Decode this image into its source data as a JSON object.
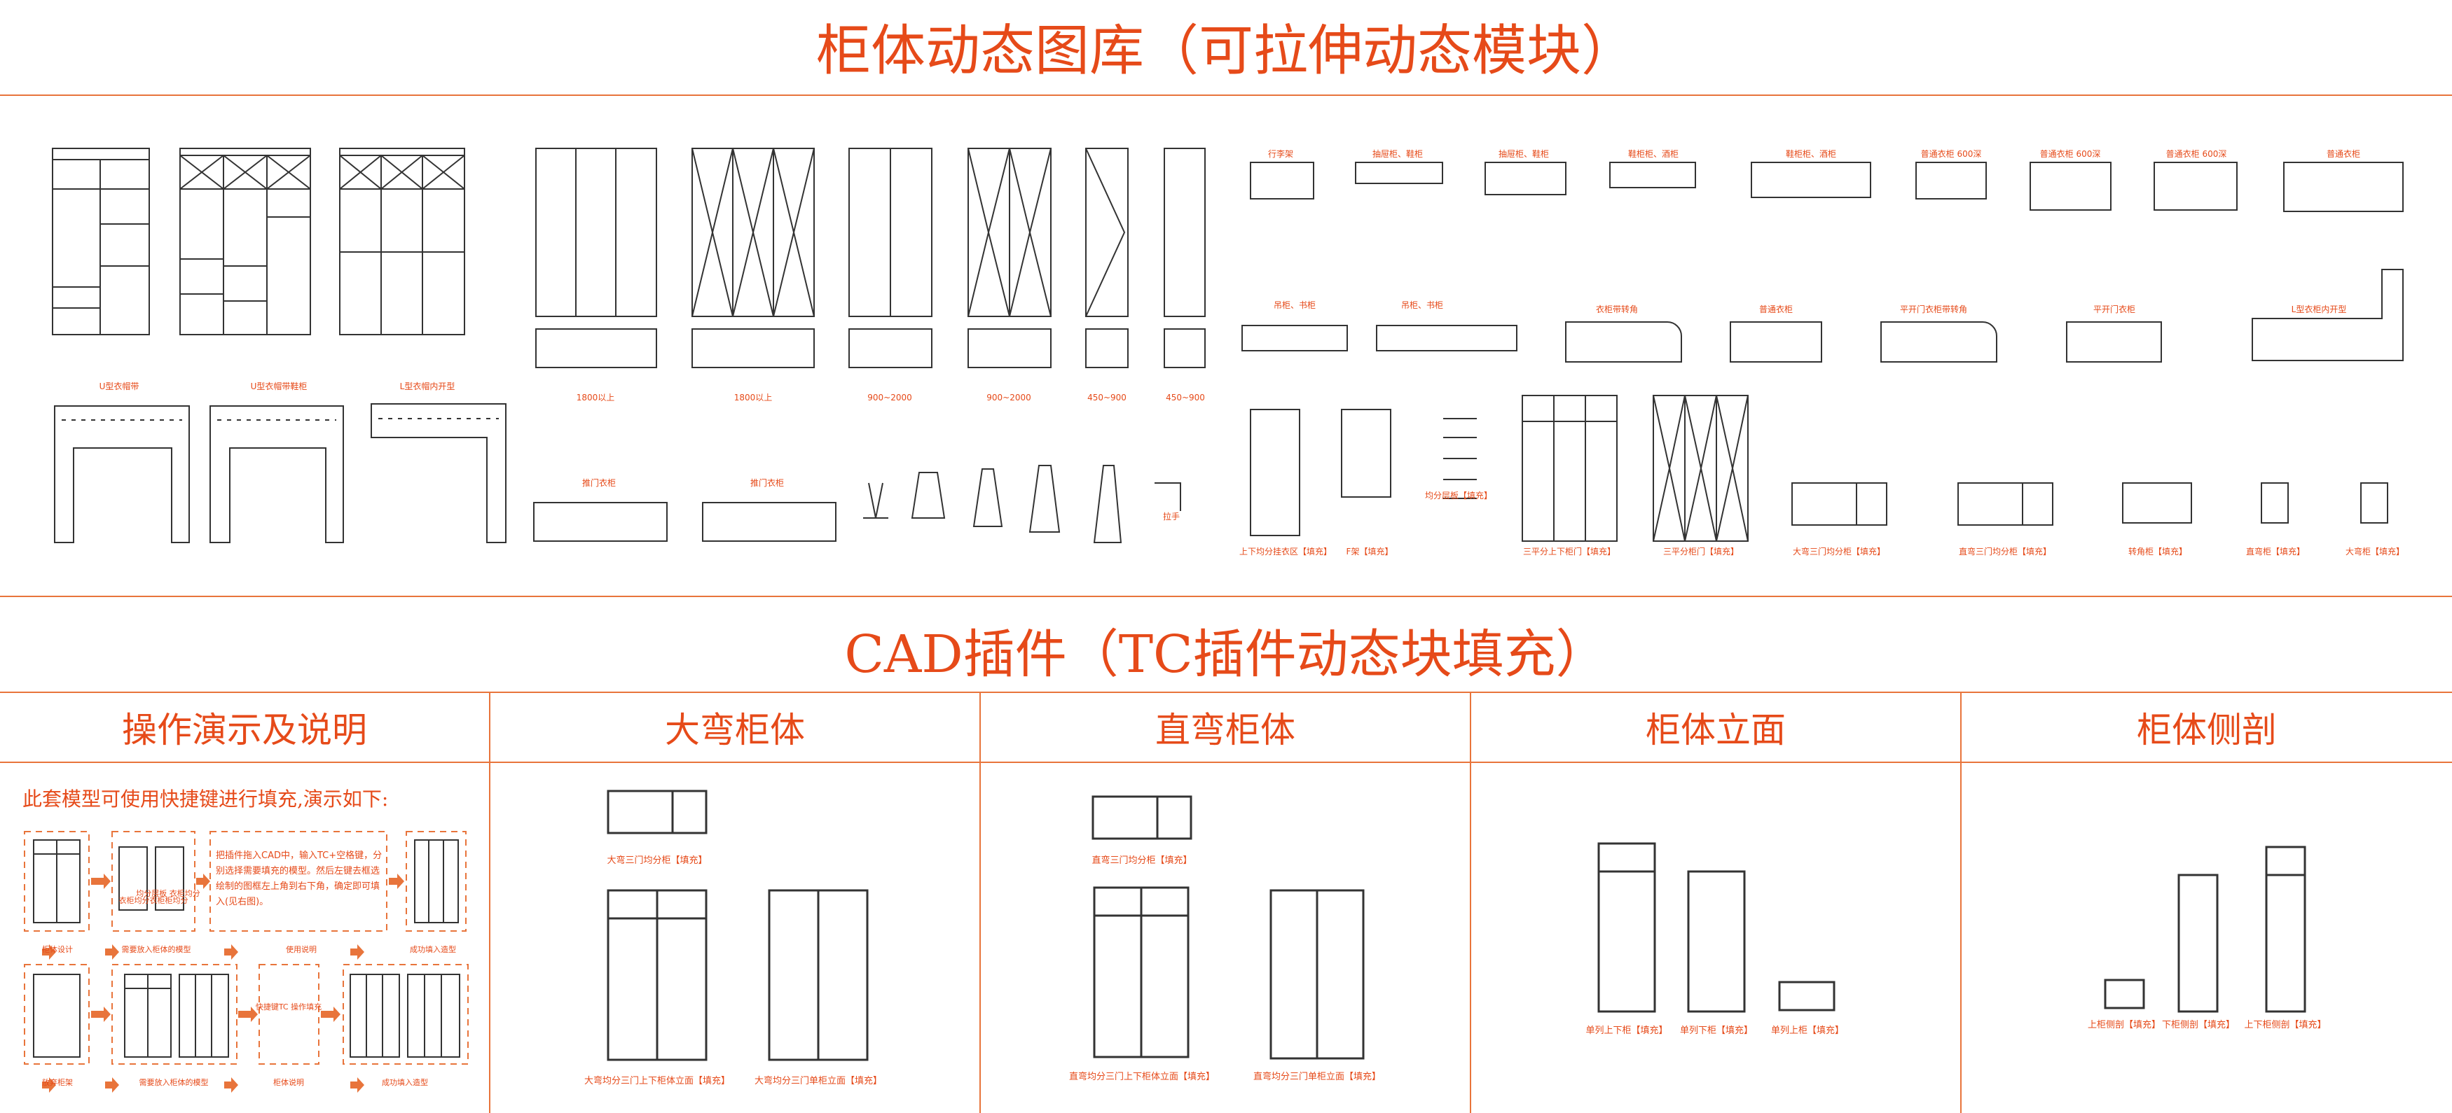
{
  "titles": {
    "main": "柜体动态图库（可拉伸动态模块）",
    "plugin": "CAD插件（TC插件动态块填充）"
  },
  "columns": [
    "操作演示及说明",
    "大弯柜体",
    "直弯柜体",
    "柜体立面",
    "柜体侧剖"
  ],
  "intro": "此套模型可使用快捷键进行填充,演示如下:",
  "steps_text": "把插件拖入CAD中，输入TC+空格键，分别选择需要填充的模型。然后左键去框选绘制的图框左上角到右下角，确定即可填入(见右图)。",
  "colors": {
    "accent": "#e64a19",
    "line": "#e8743b",
    "drawing": "#333333"
  },
  "gallery_labels": {
    "u1": "U型衣帽带",
    "u2": "U型衣帽带鞋柜",
    "l1": "L型衣帽内开型",
    "d1": "1800以上",
    "d2": "1800以上",
    "d3": "900~2000",
    "d4": "900~2000",
    "d5": "450~900",
    "d6": "450~900",
    "sm1": "推门衣柜",
    "sm2": "推门衣柜",
    "sm3": "拉手",
    "r1": "行李架",
    "r2": "抽屉柜、鞋柜",
    "r3": "抽屉柜、鞋柜",
    "r4": "鞋柜柜、酒柜",
    "r5": "鞋柜柜、酒柜",
    "r6": "普通衣柜 600深",
    "r7": "普通衣柜 600深",
    "r8": "普通衣柜 600深",
    "r9": "普通衣柜",
    "s1": "吊柜、书柜",
    "s2": "吊柜、书柜",
    "s3": "衣柜带转角",
    "s4": "普通衣柜",
    "s5": "平开门衣柜带转角",
    "s6": "平开门衣柜",
    "s7": "L型衣柜内开型",
    "t1": "上下均分挂衣区【填充】",
    "t2": "F架【填充】",
    "t3": "均分层板【填充】",
    "t4": "三平分上下柜门【填充】",
    "t5": "三平分柜门【填充】",
    "t6": "大弯三门均分柜【填充】",
    "t7": "直弯三门均分柜【填充】",
    "t8": "转角柜【填充】",
    "t9": "直弯柜【填充】",
    "t10": "大弯柜【填充】"
  },
  "demo_labels": [
    "柜体设计",
    "需要放入柜体的模型",
    "使用说明",
    "成功填入造型",
    "放弃柜架",
    "需要放入柜体的模型",
    "柜体说明",
    "成功填入造型"
  ],
  "demo_small": {
    "a": "衣柜均分衣柜柜均分",
    "b": "均分层板 衣柜均分",
    "c": "快捷键TC 操作填充"
  },
  "col_labels": {
    "b1": "大弯三门均分柜【填充】",
    "b2": "大弯均分三门上下柜体立面【填充】",
    "b3": "大弯均分三门单柜立面【填充】",
    "c1": "直弯三门均分柜【填充】",
    "c2": "直弯均分三门上下柜体立面【填充】",
    "c3": "直弯均分三门单柜立面【填充】",
    "e1": "单列上下柜【填充】",
    "e2": "单列下柜【填充】",
    "e3": "单列上柜【填充】",
    "f1": "上柜侧剖【填充】",
    "f2": "下柜侧剖【填充】",
    "f3": "上下柜侧剖【填充】"
  }
}
